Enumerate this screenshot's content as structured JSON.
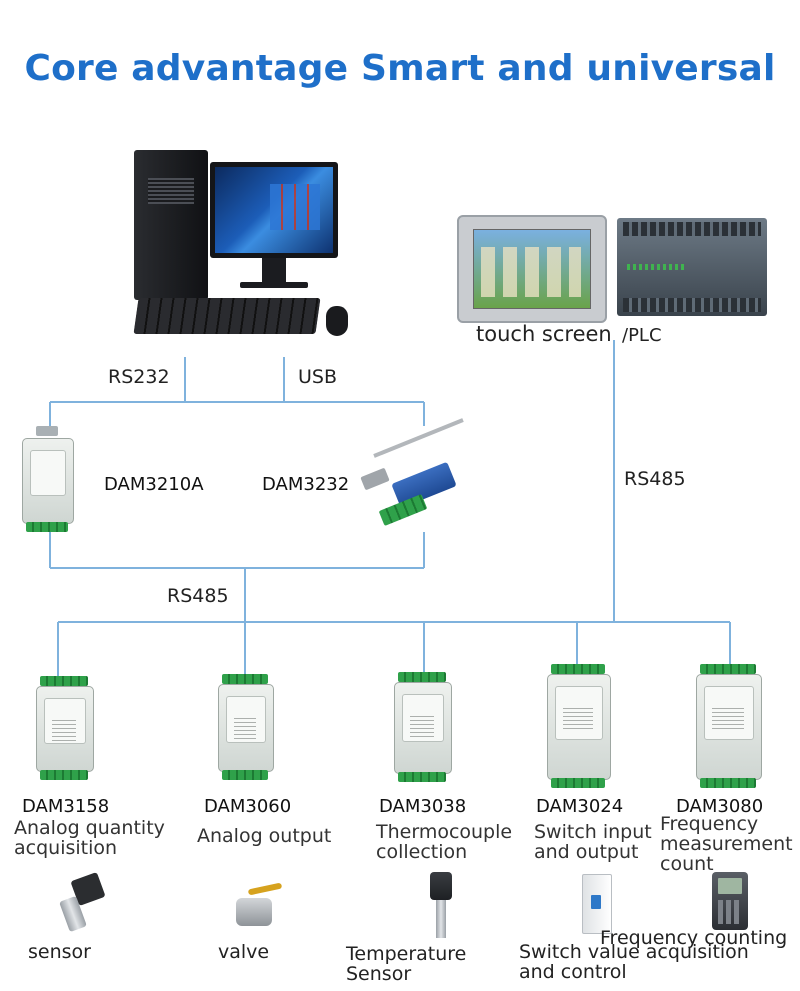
{
  "title": "Core advantage Smart and universal",
  "hosts": {
    "touch_plc_label": "touch screen",
    "plc_label": "/PLC"
  },
  "links": {
    "rs232": "RS232",
    "usb": "USB",
    "rs485_right": "RS485",
    "rs485_bus": "RS485"
  },
  "converters": [
    {
      "model": "DAM3210A"
    },
    {
      "model": "DAM3232"
    }
  ],
  "modules": [
    {
      "model": "DAM3158",
      "function": "Analog quantity acquisition",
      "device": "sensor"
    },
    {
      "model": "DAM3060",
      "function": "Analog output",
      "device": "valve"
    },
    {
      "model": "DAM3038",
      "function": "Thermocouple collection",
      "device": "Temperature Sensor"
    },
    {
      "model": "DAM3024",
      "function": "Switch input and output",
      "device": "Switch value acquisition and control"
    },
    {
      "model": "DAM3080",
      "function": "Frequency measurement count",
      "device": "Frequency counting"
    }
  ],
  "colors": {
    "title": "#1e6fc9",
    "line": "#7fb2dd",
    "terminal": "#2fa14a"
  }
}
